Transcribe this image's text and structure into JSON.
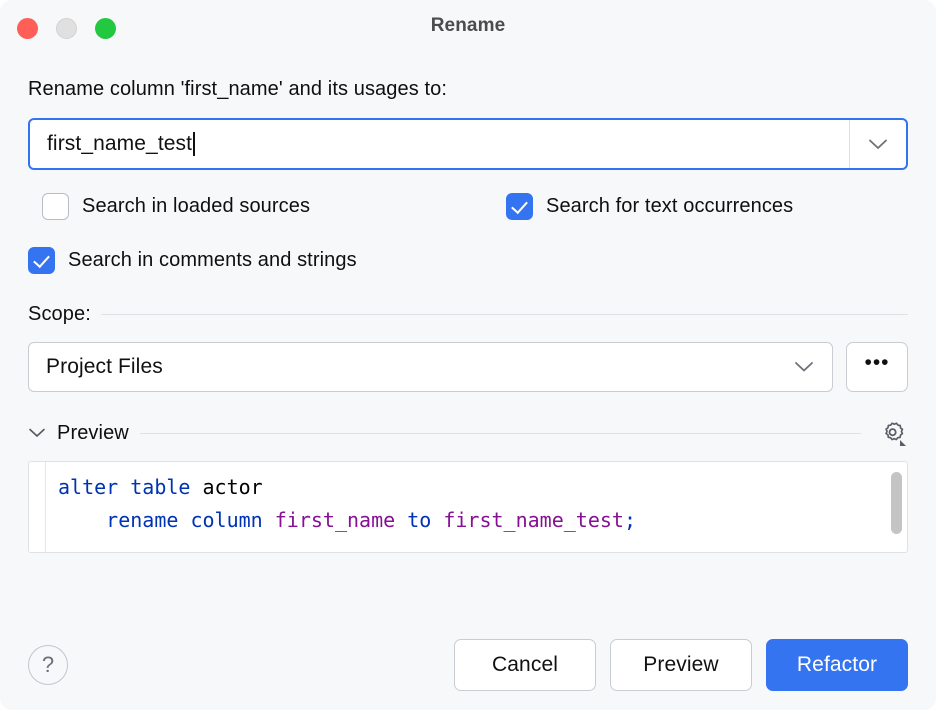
{
  "window": {
    "title": "Rename",
    "traffic_lights": [
      {
        "name": "close",
        "color": "#ff5f57"
      },
      {
        "name": "minimize",
        "color": "#e0e0e0"
      },
      {
        "name": "zoom",
        "color": "#23c841"
      }
    ]
  },
  "prompt": "Rename column 'first_name' and its usages to:",
  "name_field": {
    "value": "first_name_test",
    "placeholder": "",
    "dropdown_icon": "chevron-down-icon",
    "focused": true,
    "focus_color": "#3574f0"
  },
  "options": [
    {
      "label": "Search in loaded sources",
      "checked": false
    },
    {
      "label": "Search for text occurrences",
      "checked": true
    },
    {
      "label": "Search in comments and strings",
      "checked": true
    }
  ],
  "scope": {
    "label": "Scope:",
    "value": "Project Files",
    "options": [
      "Project Files"
    ],
    "dropdown_icon": "chevron-down-icon",
    "more_button_label": "•••"
  },
  "preview": {
    "label": "Preview",
    "expanded": true,
    "collapse_icon": "chevron-down-icon",
    "settings_icon": "gear-icon",
    "code_lines": [
      [
        {
          "text": "alter table ",
          "type": "keyword"
        },
        {
          "text": "actor",
          "type": "identifier"
        }
      ],
      [
        {
          "text": "    rename column ",
          "type": "keyword"
        },
        {
          "text": "first_name",
          "type": "column"
        },
        {
          "text": " to ",
          "type": "keyword"
        },
        {
          "text": "first_name_test",
          "type": "column"
        },
        {
          "text": ";",
          "type": "punctuation"
        }
      ]
    ],
    "syntax_colors": {
      "keyword": "#0033b3",
      "identifier": "#000000",
      "column": "#871094",
      "punctuation": "#0033b3"
    }
  },
  "footer": {
    "help_label": "?",
    "cancel_label": "Cancel",
    "preview_label": "Preview",
    "refactor_label": "Refactor",
    "primary_color": "#3574f0"
  }
}
